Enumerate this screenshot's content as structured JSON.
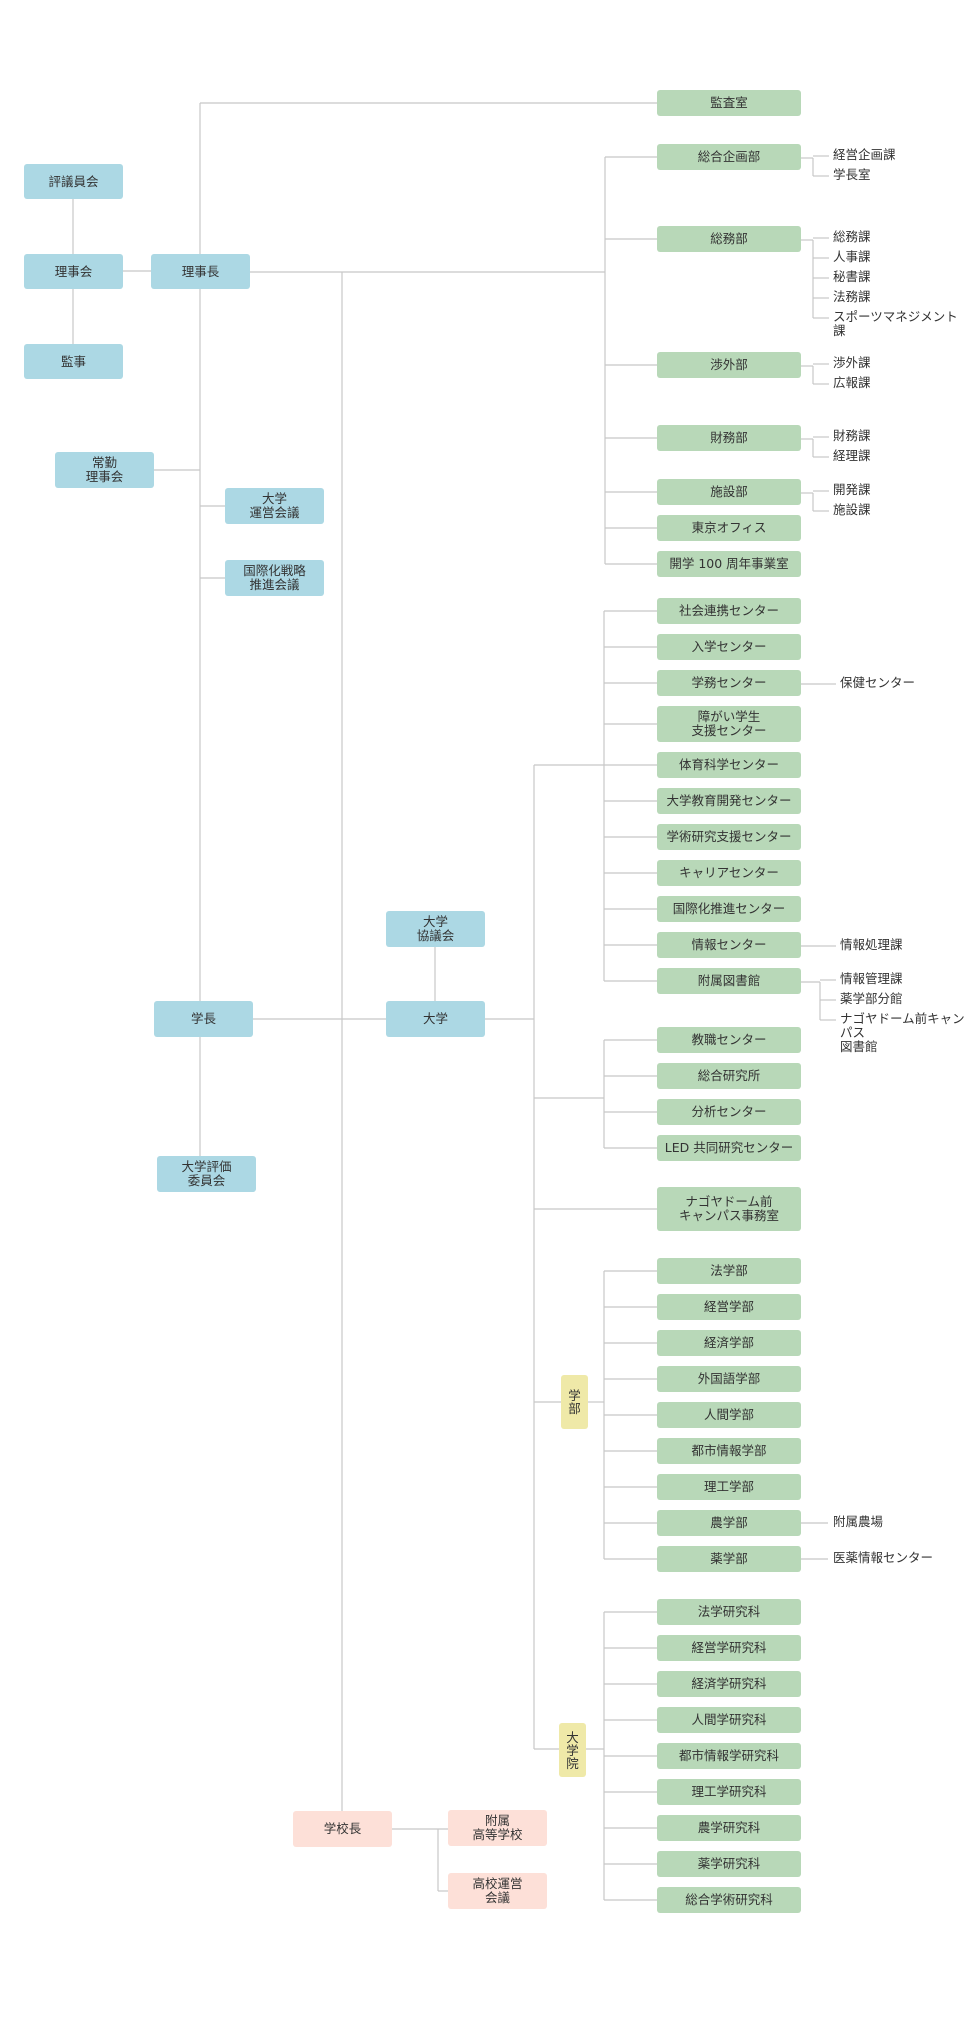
{
  "colors": {
    "governance": "#acd8e4",
    "administration": "#b8d8b8",
    "high_school": "#fde0d8",
    "division": "#efe9a8",
    "connector": "#c8c8c8"
  },
  "governance": {
    "hyogiinkai": "評議員会",
    "rijikai": "理事会",
    "kanji": "監事",
    "rijicho": "理事長",
    "jokin_rijikai": "常勤\n理事会",
    "daigaku_unei_kaigi": "大学\n運営会議",
    "kokusaika_senryaku": "国際化戦略\n推進会議",
    "gakucho": "学長",
    "daigaku_hyoka": "大学評価\n委員会",
    "daigaku_kyogikai": "大学\n協議会",
    "daigaku": "大学",
    "gakkocho": "学校長",
    "fuzoku_koko": "附属\n高等学校",
    "koko_unei_kaigi": "高校運営\n会議"
  },
  "admin_departments": [
    {
      "label": "監査室",
      "subs": []
    },
    {
      "label": "総合企画部",
      "subs": [
        "経営企画課",
        "学長室"
      ]
    },
    {
      "label": "総務部",
      "subs": [
        "総務課",
        "人事課",
        "秘書課",
        "法務課",
        "スポーツマネジメント課"
      ]
    },
    {
      "label": "渉外部",
      "subs": [
        "渉外課",
        "広報課"
      ]
    },
    {
      "label": "財務部",
      "subs": [
        "財務課",
        "経理課"
      ]
    },
    {
      "label": "施設部",
      "subs": [
        "開発課",
        "施設課"
      ]
    },
    {
      "label": "東京オフィス",
      "subs": []
    },
    {
      "label": "開学 100 周年事業室",
      "subs": []
    }
  ],
  "centers": [
    {
      "label": "社会連携センター",
      "subs": []
    },
    {
      "label": "入学センター",
      "subs": []
    },
    {
      "label": "学務センター",
      "subs": [
        "保健センター"
      ]
    },
    {
      "label": "障がい学生\n支援センター",
      "subs": []
    },
    {
      "label": "体育科学センター",
      "subs": []
    },
    {
      "label": "大学教育開発センター",
      "subs": []
    },
    {
      "label": "学術研究支援センター",
      "subs": []
    },
    {
      "label": "キャリアセンター",
      "subs": []
    },
    {
      "label": "国際化推進センター",
      "subs": []
    },
    {
      "label": "情報センター",
      "subs": [
        "情報処理課"
      ]
    },
    {
      "label": "附属図書館",
      "subs": [
        "情報管理課",
        "薬学部分館",
        "ナゴヤドーム前キャンパス\n図書館"
      ]
    }
  ],
  "research_units": [
    {
      "label": "教職センター"
    },
    {
      "label": "総合研究所"
    },
    {
      "label": "分析センター"
    },
    {
      "label": "LED 共同研究センター"
    }
  ],
  "campus_office": "ナゴヤドーム前\nキャンパス事務室",
  "faculties": {
    "label": "学\n部",
    "items": [
      {
        "label": "法学部",
        "subs": []
      },
      {
        "label": "経営学部",
        "subs": []
      },
      {
        "label": "経済学部",
        "subs": []
      },
      {
        "label": "外国語学部",
        "subs": []
      },
      {
        "label": "人間学部",
        "subs": []
      },
      {
        "label": "都市情報学部",
        "subs": []
      },
      {
        "label": "理工学部",
        "subs": []
      },
      {
        "label": "農学部",
        "subs": [
          "附属農場"
        ]
      },
      {
        "label": "薬学部",
        "subs": [
          "医薬情報センター"
        ]
      }
    ]
  },
  "graduate_school": {
    "label": "大\n学\n院",
    "items": [
      {
        "label": "法学研究科"
      },
      {
        "label": "経営学研究科"
      },
      {
        "label": "経済学研究科"
      },
      {
        "label": "人間学研究科"
      },
      {
        "label": "都市情報学研究科"
      },
      {
        "label": "理工学研究科"
      },
      {
        "label": "農学研究科"
      },
      {
        "label": "薬学研究科"
      },
      {
        "label": "総合学術研究科"
      }
    ]
  }
}
